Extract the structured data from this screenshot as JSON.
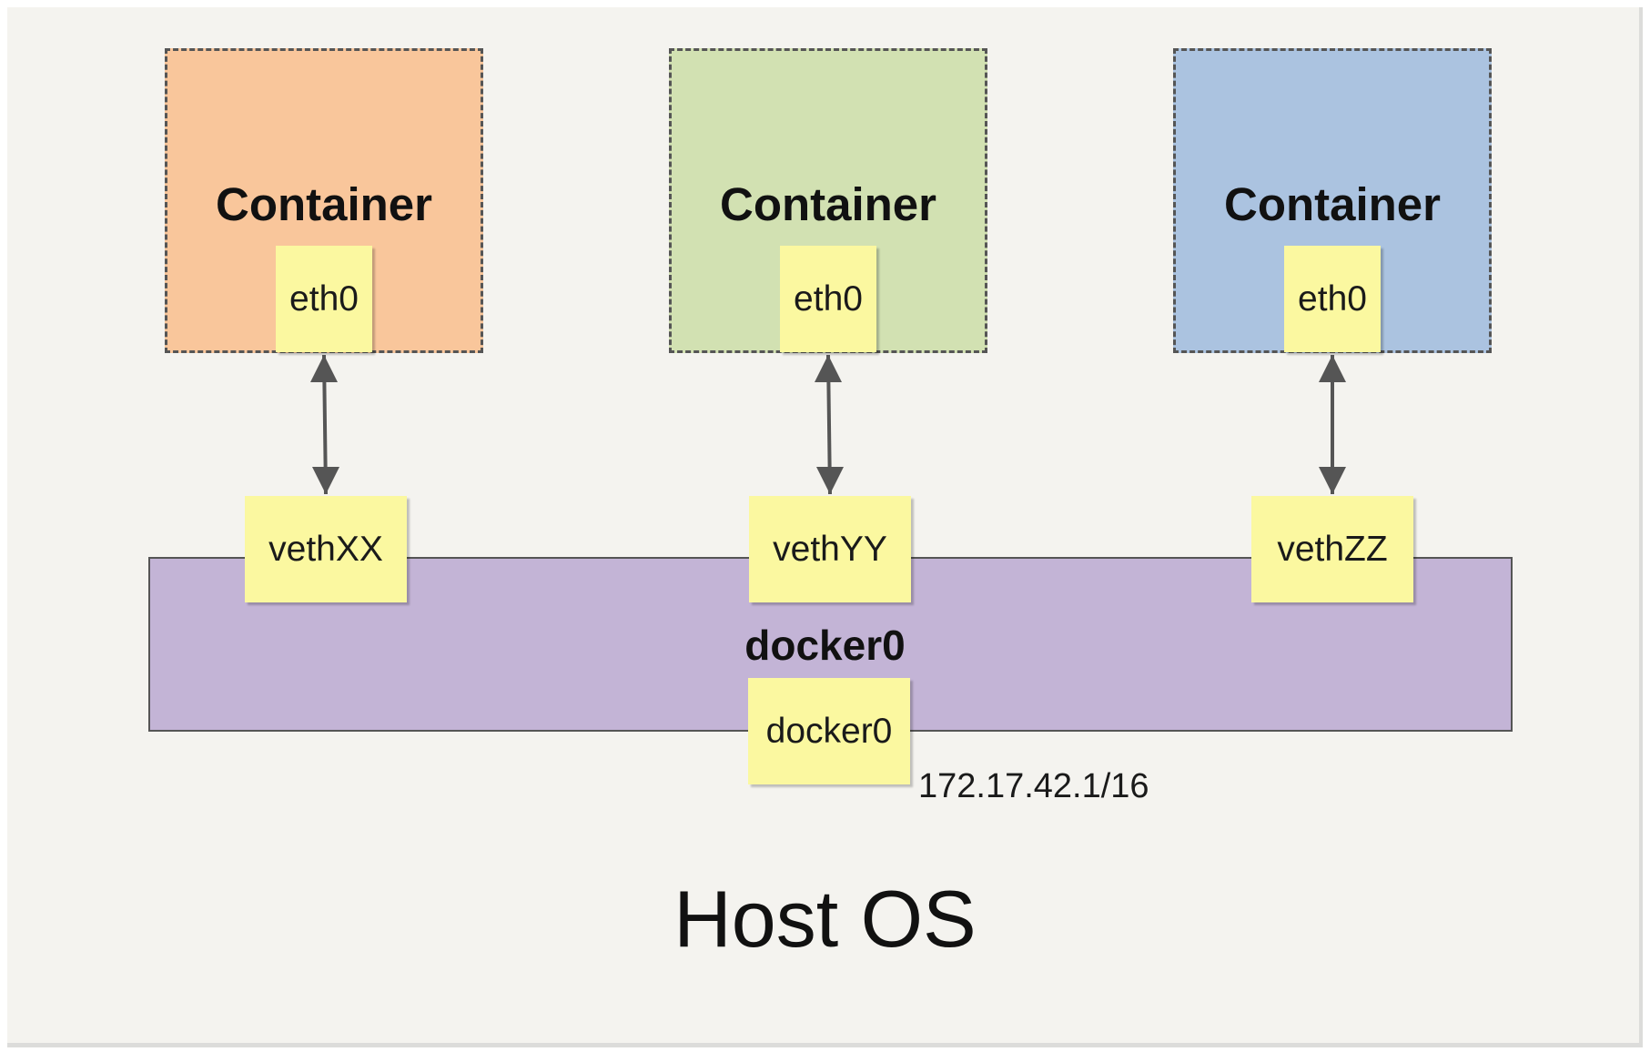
{
  "containers": [
    {
      "title": "Container",
      "iface": "eth0",
      "color": "#f9c69b"
    },
    {
      "title": "Container",
      "iface": "eth0",
      "color": "#d2e1b2"
    },
    {
      "title": "Container",
      "iface": "eth0",
      "color": "#abc3e0"
    }
  ],
  "veths": [
    "vethXX",
    "vethYY",
    "vethZZ"
  ],
  "bridge": {
    "title": "docker0",
    "iface": "docker0",
    "ip": "172.17.42.1/16",
    "color": "#c3b4d6"
  },
  "host": {
    "label": "Host OS",
    "background": "#f4f3ef"
  },
  "iface_color": "#fbf8a0",
  "arrow_color": "#555555"
}
